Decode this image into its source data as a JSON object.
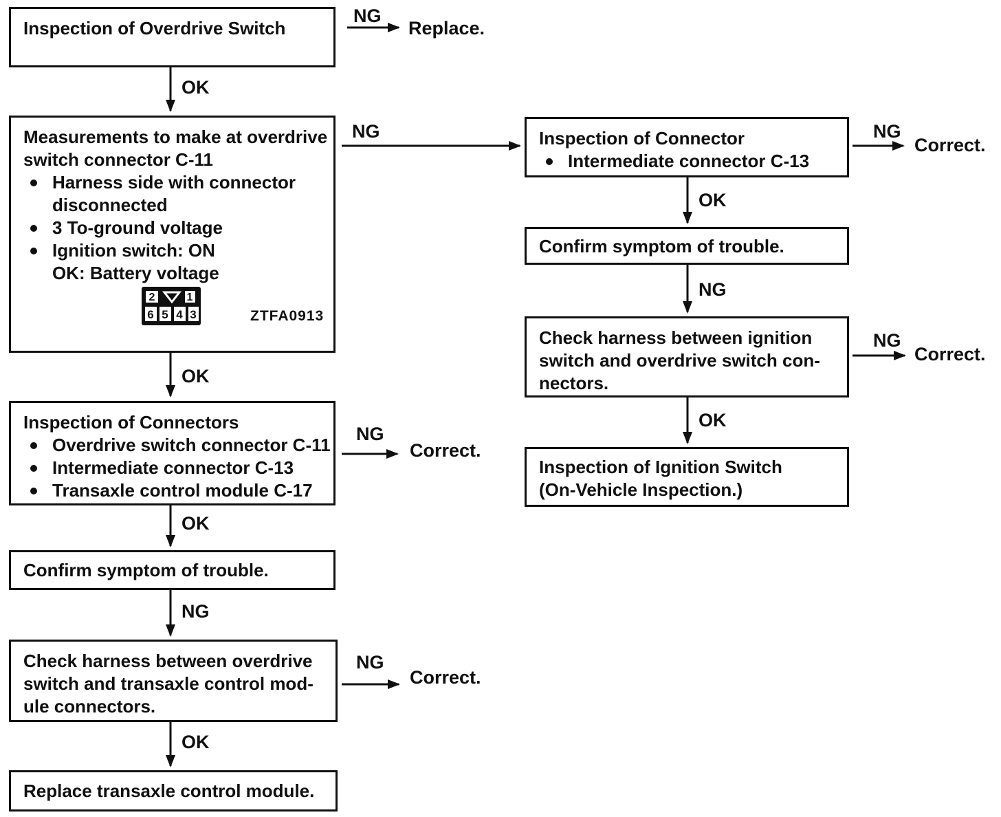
{
  "palette": {
    "ink": "#101010",
    "paper": "#ffffff"
  },
  "labels": {
    "ok": "OK",
    "ng": "NG",
    "replace": "Replace.",
    "correct": "Correct."
  },
  "figure": {
    "code": "ZTFA0913",
    "pin_top": [
      "2",
      "1"
    ],
    "pin_bottom": [
      "6",
      "5",
      "4",
      "3"
    ]
  },
  "boxes": {
    "od_switch": {
      "line1": "Inspection of Overdrive Switch"
    },
    "measurements": {
      "title1": "Measurements to make at overdrive",
      "title2": "switch connector C-11",
      "b1l1": "Harness side with connector",
      "b1l2": "disconnected",
      "b2l1": "3 To-ground voltage",
      "b3l1": "Ignition switch: ON",
      "b3l2": "OK: Battery voltage"
    },
    "connectors": {
      "title": "Inspection of Connectors",
      "b1": "Overdrive switch connector C-11",
      "b2": "Intermediate connector C-13",
      "b3": "Transaxle control module C-17"
    },
    "confirm_left": {
      "line1": "Confirm symptom of trouble."
    },
    "harness_left": {
      "line1": "Check harness between overdrive",
      "line2": "switch and transaxle control mod-",
      "line3": "ule connectors."
    },
    "replace_tcm": {
      "line1": "Replace transaxle control module."
    },
    "connector_right": {
      "title": "Inspection of Connector",
      "b1": "Intermediate connector C-13"
    },
    "confirm_right": {
      "line1": "Confirm symptom of trouble."
    },
    "harness_right": {
      "line1": "Check harness between ignition",
      "line2": "switch and overdrive switch con-",
      "line3": "nectors."
    },
    "ignition": {
      "line1": "Inspection of Ignition Switch",
      "line2": "(On-Vehicle Inspection.)"
    }
  }
}
